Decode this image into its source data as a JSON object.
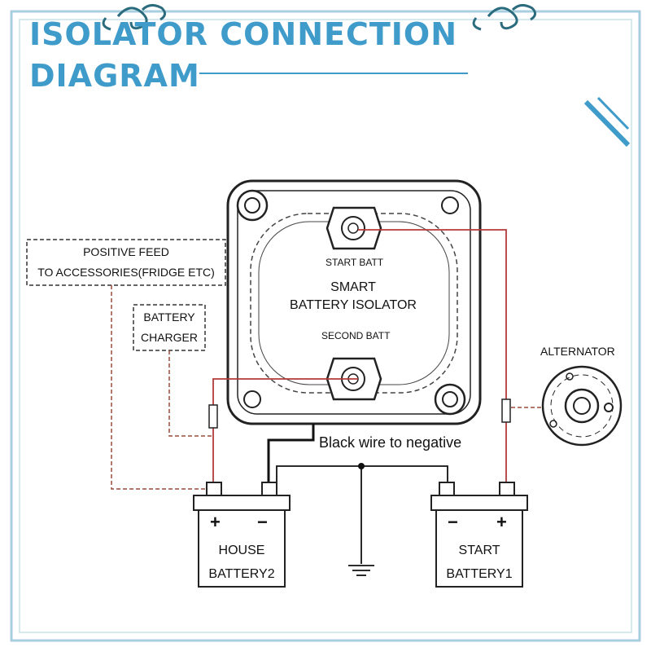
{
  "title": {
    "line1": "ISOLATOR CONNECTION",
    "line2": "DIAGRAM"
  },
  "isolator": {
    "terminal_top_label": "START BATT",
    "name_line1": "SMART",
    "name_line2": "BATTERY ISOLATOR",
    "terminal_bottom_label": "SECOND BATT"
  },
  "accessories_box": {
    "line1": "POSITIVE FEED",
    "line2": "TO ACCESSORIES(FRIDGE ETC)"
  },
  "charger_box": {
    "line1": "BATTERY",
    "line2": "CHARGER"
  },
  "alternator_label": "ALTERNATOR",
  "negative_wire_label": "Black wire to negative",
  "house_battery": {
    "line1": "HOUSE",
    "line2": "BATTERY2",
    "left_terminal_symbol": "+",
    "right_terminal_symbol": "−"
  },
  "start_battery": {
    "line1": "START",
    "line2": "BATTERY1",
    "left_terminal_symbol": "−",
    "right_terminal_symbol": "+"
  },
  "colors": {
    "accent": "#3f9bc9",
    "frame": "#a8cfe0",
    "positive_wire": "#b23a3a",
    "negative_wire": "#111111"
  }
}
